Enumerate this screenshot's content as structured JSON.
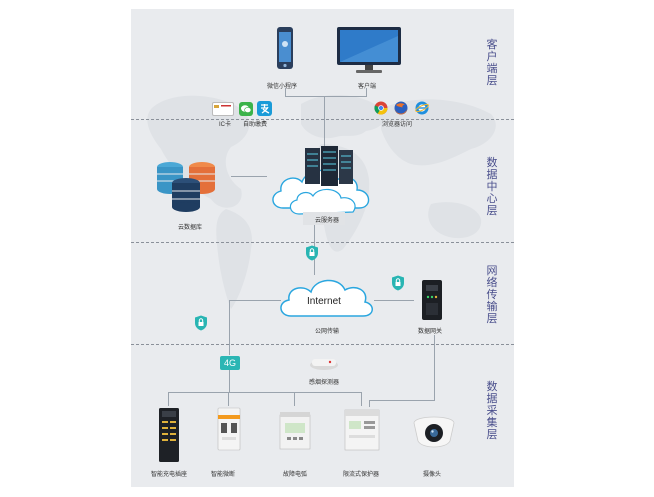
{
  "layers": {
    "client": "客户端层",
    "datacenter": "数据中心层",
    "network": "网络传输层",
    "collection": "数据采集层"
  },
  "client": {
    "wechat_mini": "微信小程序",
    "pc_client": "客户端",
    "ic_card": "IC卡",
    "self_pay": "自助缴费",
    "browser_access": "浏览器访问"
  },
  "datacenter": {
    "cloud_db": "云数据库",
    "cloud_server": "云服务器"
  },
  "network": {
    "internet": "Internet",
    "public_transmission": "公网传输",
    "data_gateway": "数据网关",
    "badge_4g": "4G"
  },
  "collection": {
    "smoke_detector": "感烟探测器",
    "charging_socket": "智能充电插座",
    "smart_breaker": "智能微断",
    "arc_detector": "故障电弧",
    "current_limiter": "限流式保护器",
    "camera": "摄像头"
  },
  "colors": {
    "panel_bg": "#e9ebee",
    "layer_text": "#4a4f8c",
    "badge_teal": "#2bb6b4",
    "lock_teal": "#29b5b3"
  }
}
